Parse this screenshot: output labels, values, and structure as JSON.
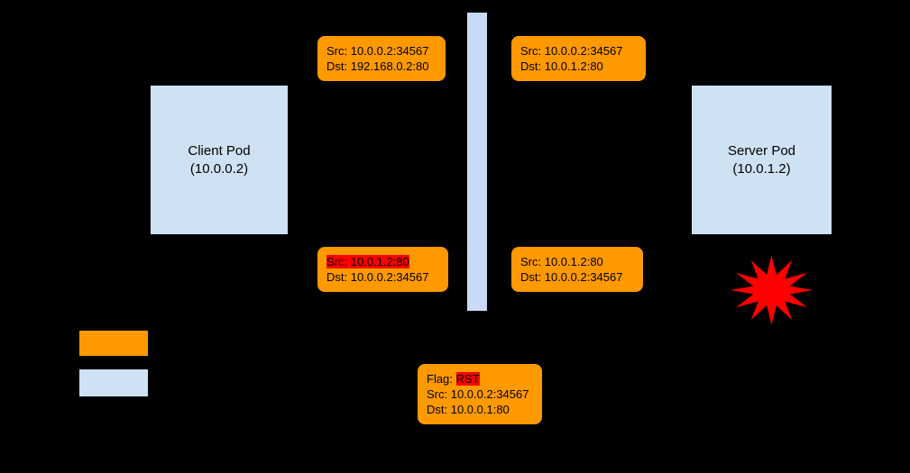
{
  "colors": {
    "background": "#000000",
    "packet_fill": "#ff9900",
    "pod_fill": "#cfe2f3",
    "node_bar_fill": "#c9daf8",
    "highlight": "#ff0000",
    "explosion": "#ff0000",
    "text": "#000000"
  },
  "pods": {
    "client": {
      "name": "Client Pod",
      "ip": "(10.0.0.2)"
    },
    "server": {
      "name": "Server Pod",
      "ip": "(10.0.1.2)"
    }
  },
  "packets": {
    "top_left": {
      "src": "Src: 10.0.0.2:34567",
      "dst": "Dst: 192.168.0.2:80"
    },
    "top_right": {
      "src": "Src: 10.0.0.2:34567",
      "dst": "Dst: 10.0.1.2:80"
    },
    "bottom_left": {
      "src": "Src: 10.0.1.2:80",
      "dst": "Dst: 10.0.0.2:34567",
      "src_highlighted": true
    },
    "bottom_right": {
      "src": "Src: 10.0.1.2:80",
      "dst": "Dst: 10.0.0.2:34567"
    },
    "rst": {
      "flag_label": "Flag: ",
      "flag_value": "RST",
      "src": "Src: 10.0.0.2:34567",
      "dst": "Dst: 10.0.0.1:80"
    }
  },
  "legend": {
    "swatches": [
      {
        "name": "packet-color",
        "color": "#ff9900"
      },
      {
        "name": "pod-color",
        "color": "#cfe2f3"
      }
    ]
  }
}
